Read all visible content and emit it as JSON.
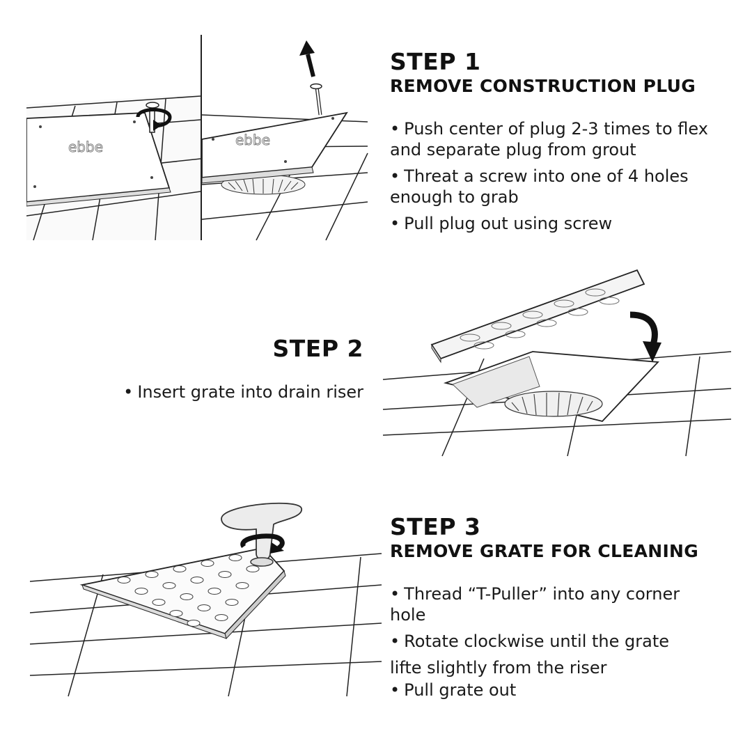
{
  "step1": {
    "title": "STEP 1",
    "subtitle": "REMOVE CONSTRUCTION PLUG",
    "bullets": [
      "Push center of plug 2-3 times to flex and separate plug from grout",
      "Threat a screw into one of 4 holes enough to grab",
      "Pull plug out using screw"
    ],
    "plug_logo_text": "ebbe"
  },
  "step2": {
    "title": "STEP 2",
    "bullets": [
      "Insert grate into drain riser"
    ]
  },
  "step3": {
    "title": "STEP 3",
    "subtitle": "REMOVE GRATE FOR CLEANING",
    "bullets": [
      "Thread “T-Puller” into any corner hole",
      "Rotate clockwise until the grate",
      "lifte slightly from the riser",
      "Pull grate out"
    ]
  },
  "bullet_glyph": "•",
  "icons": [
    "rotate-arrow-icon",
    "up-arrow-icon",
    "curved-down-arrow-icon",
    "t-puller-icon"
  ]
}
